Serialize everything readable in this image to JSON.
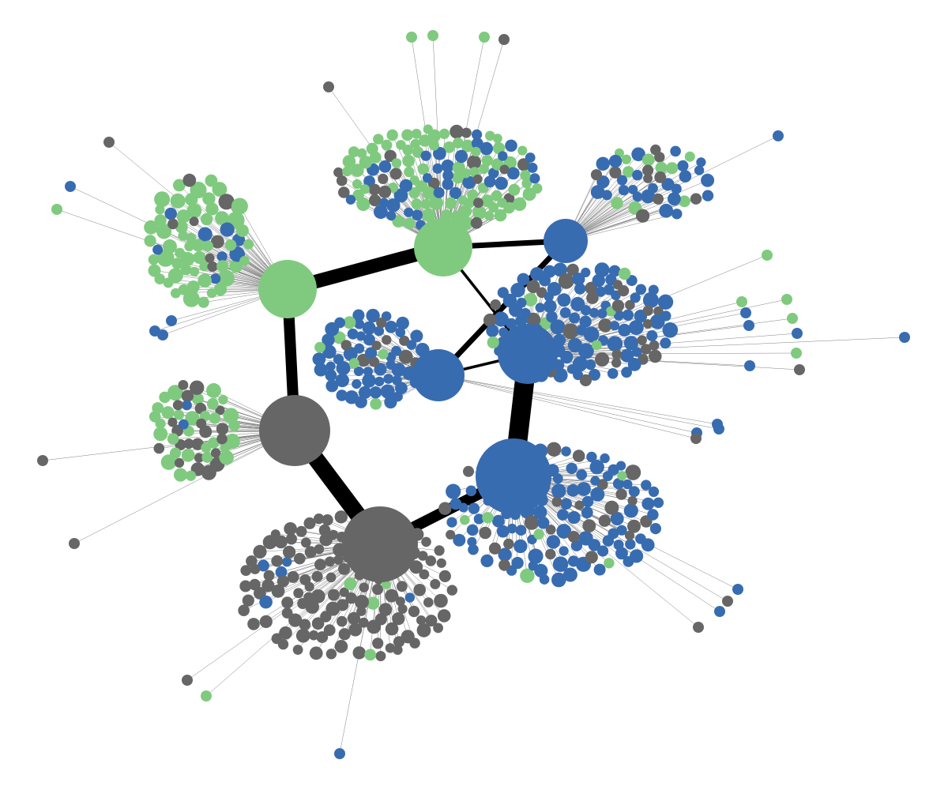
{
  "diagram": {
    "type": "network-graph",
    "colors": {
      "background": "#ffffff",
      "green": "#7fca7f",
      "blue": "#386cb0",
      "gray": "#666666",
      "edge": "#808080",
      "hub_edge": "#000000"
    },
    "group_colors": [
      "green",
      "blue",
      "gray"
    ],
    "hubs": [
      {
        "id": "h1",
        "color": "green"
      },
      {
        "id": "h2",
        "color": "green"
      },
      {
        "id": "h3",
        "color": "blue"
      },
      {
        "id": "h4",
        "color": "blue"
      },
      {
        "id": "h5",
        "color": "blue"
      },
      {
        "id": "h6",
        "color": "blue"
      },
      {
        "id": "h7",
        "color": "gray"
      },
      {
        "id": "h8",
        "color": "gray"
      }
    ],
    "hub_links": [
      {
        "source": "h1",
        "target": "h2",
        "weight": 5
      },
      {
        "source": "h2",
        "target": "h3",
        "weight": 2
      },
      {
        "source": "h1",
        "target": "h7",
        "weight": 4
      },
      {
        "source": "h7",
        "target": "h8",
        "weight": 6
      },
      {
        "source": "h8",
        "target": "h6",
        "weight": 4
      },
      {
        "source": "h5",
        "target": "h6",
        "weight": 7
      },
      {
        "source": "h3",
        "target": "h4",
        "weight": 2
      },
      {
        "source": "h4",
        "target": "h5",
        "weight": 1
      },
      {
        "source": "h2",
        "target": "h5",
        "weight": 1
      }
    ]
  }
}
